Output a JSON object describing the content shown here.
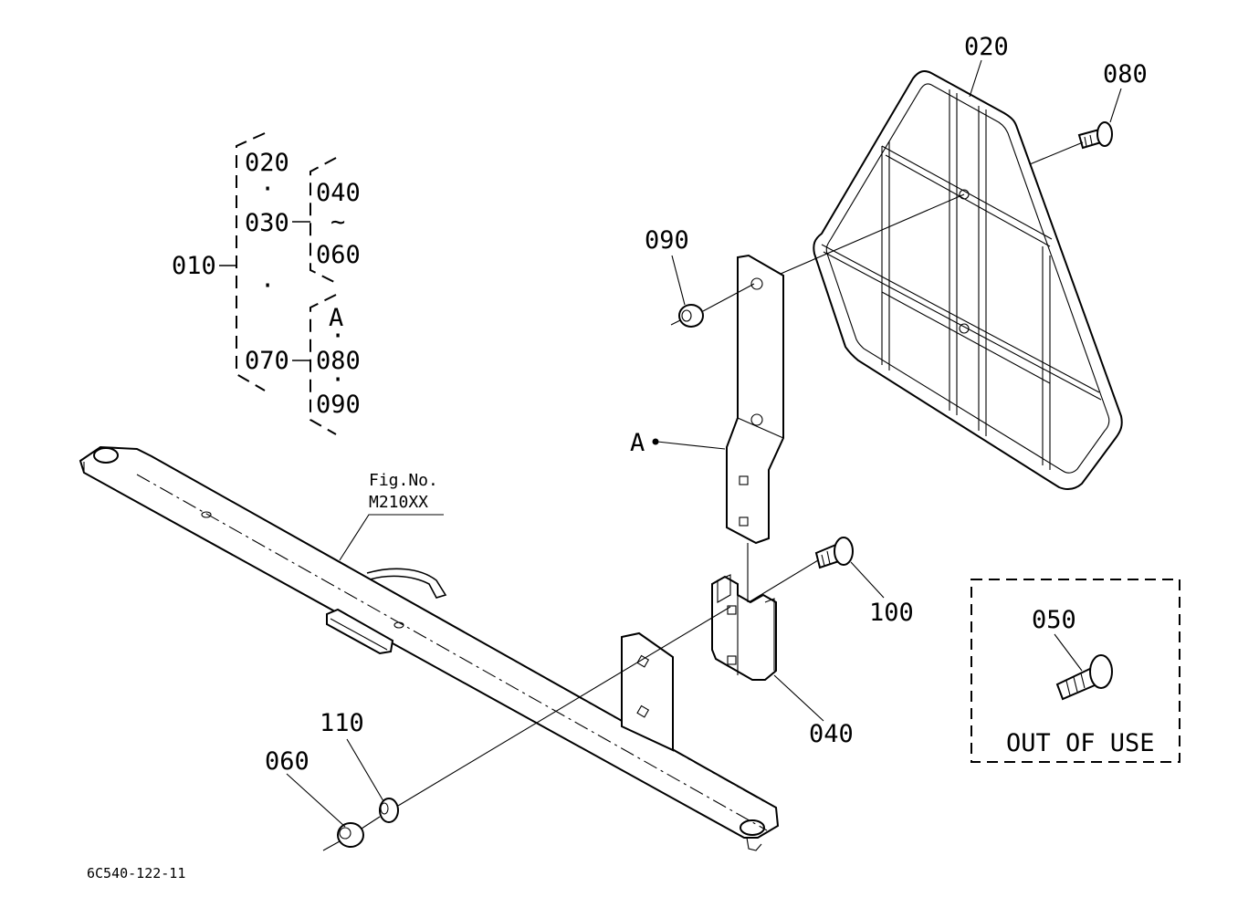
{
  "diagram": {
    "callouts": {
      "p010": "010",
      "p020": "020",
      "p030": "030",
      "p040": "040",
      "p050": "050",
      "p060": "060",
      "p070": "070",
      "p080": "080",
      "p090": "090",
      "p100": "100",
      "p110": "110",
      "ref_a": "A"
    },
    "bom_tree": {
      "root": "010",
      "b020": "020",
      "b030": "030",
      "b040": "040",
      "b060": "060",
      "b070": "070",
      "ref_a": "A",
      "b080": "080",
      "b090": "090",
      "range_mark": "~",
      "dot_mark": "·"
    },
    "figure_ref": {
      "line1": "Fig.No.",
      "line2": "M210XX"
    },
    "out_of_use": {
      "part": "050",
      "text": "OUT OF USE"
    },
    "drawing_number": "6C540-122-11"
  }
}
